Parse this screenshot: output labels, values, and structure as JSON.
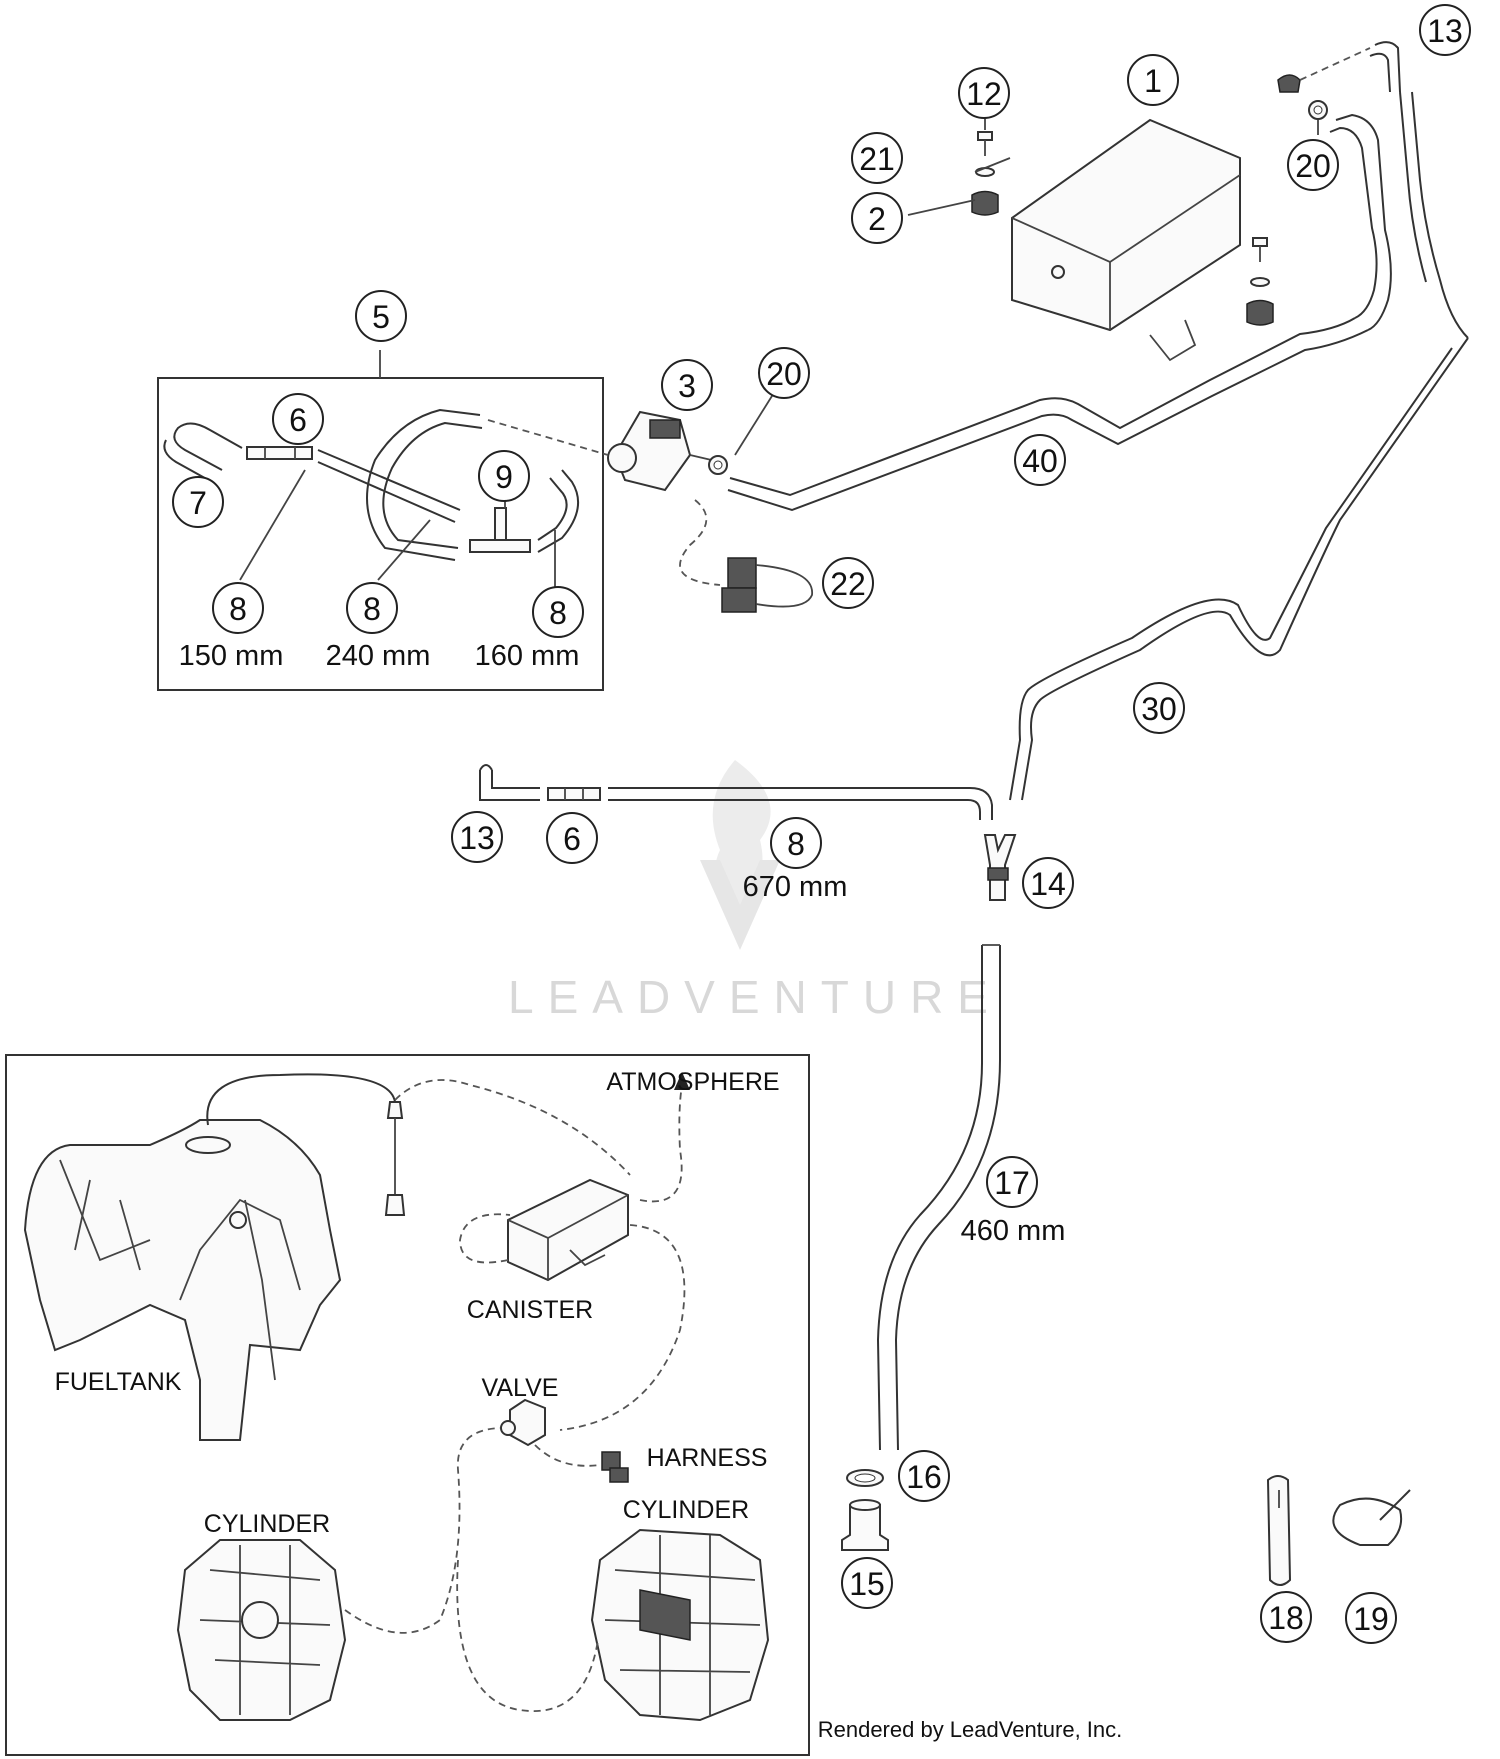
{
  "callouts": [
    {
      "id": "c1",
      "label": "1"
    },
    {
      "id": "c2",
      "label": "2"
    },
    {
      "id": "c3",
      "label": "3"
    },
    {
      "id": "c5",
      "label": "5"
    },
    {
      "id": "c6a",
      "label": "6"
    },
    {
      "id": "c6b",
      "label": "6"
    },
    {
      "id": "c7",
      "label": "7"
    },
    {
      "id": "c8a",
      "label": "8"
    },
    {
      "id": "c8b",
      "label": "8"
    },
    {
      "id": "c8c",
      "label": "8"
    },
    {
      "id": "c8d",
      "label": "8"
    },
    {
      "id": "c9",
      "label": "9"
    },
    {
      "id": "c12",
      "label": "12"
    },
    {
      "id": "c13a",
      "label": "13"
    },
    {
      "id": "c13b",
      "label": "13"
    },
    {
      "id": "c14",
      "label": "14"
    },
    {
      "id": "c15",
      "label": "15"
    },
    {
      "id": "c16",
      "label": "16"
    },
    {
      "id": "c17",
      "label": "17"
    },
    {
      "id": "c18",
      "label": "18"
    },
    {
      "id": "c19",
      "label": "19"
    },
    {
      "id": "c20a",
      "label": "20"
    },
    {
      "id": "c20b",
      "label": "20"
    },
    {
      "id": "c21",
      "label": "21"
    },
    {
      "id": "c22",
      "label": "22"
    },
    {
      "id": "c30",
      "label": "30"
    },
    {
      "id": "c40",
      "label": "40"
    }
  ],
  "dimensions": {
    "hose_150": "150 mm",
    "hose_240": "240 mm",
    "hose_160": "160 mm",
    "hose_670": "670 mm",
    "hose_460": "460 mm"
  },
  "schematic_labels": {
    "atmosphere": "ATMOSPHERE",
    "canister": "CANISTER",
    "fueltank": "FUELTANK",
    "valve": "VALVE",
    "harness": "HARNESS",
    "cylinder_left": "CYLINDER",
    "cylinder_right": "CYLINDER"
  },
  "watermark": "LEADVENTURE",
  "credit": "Rendered by LeadVenture, Inc."
}
